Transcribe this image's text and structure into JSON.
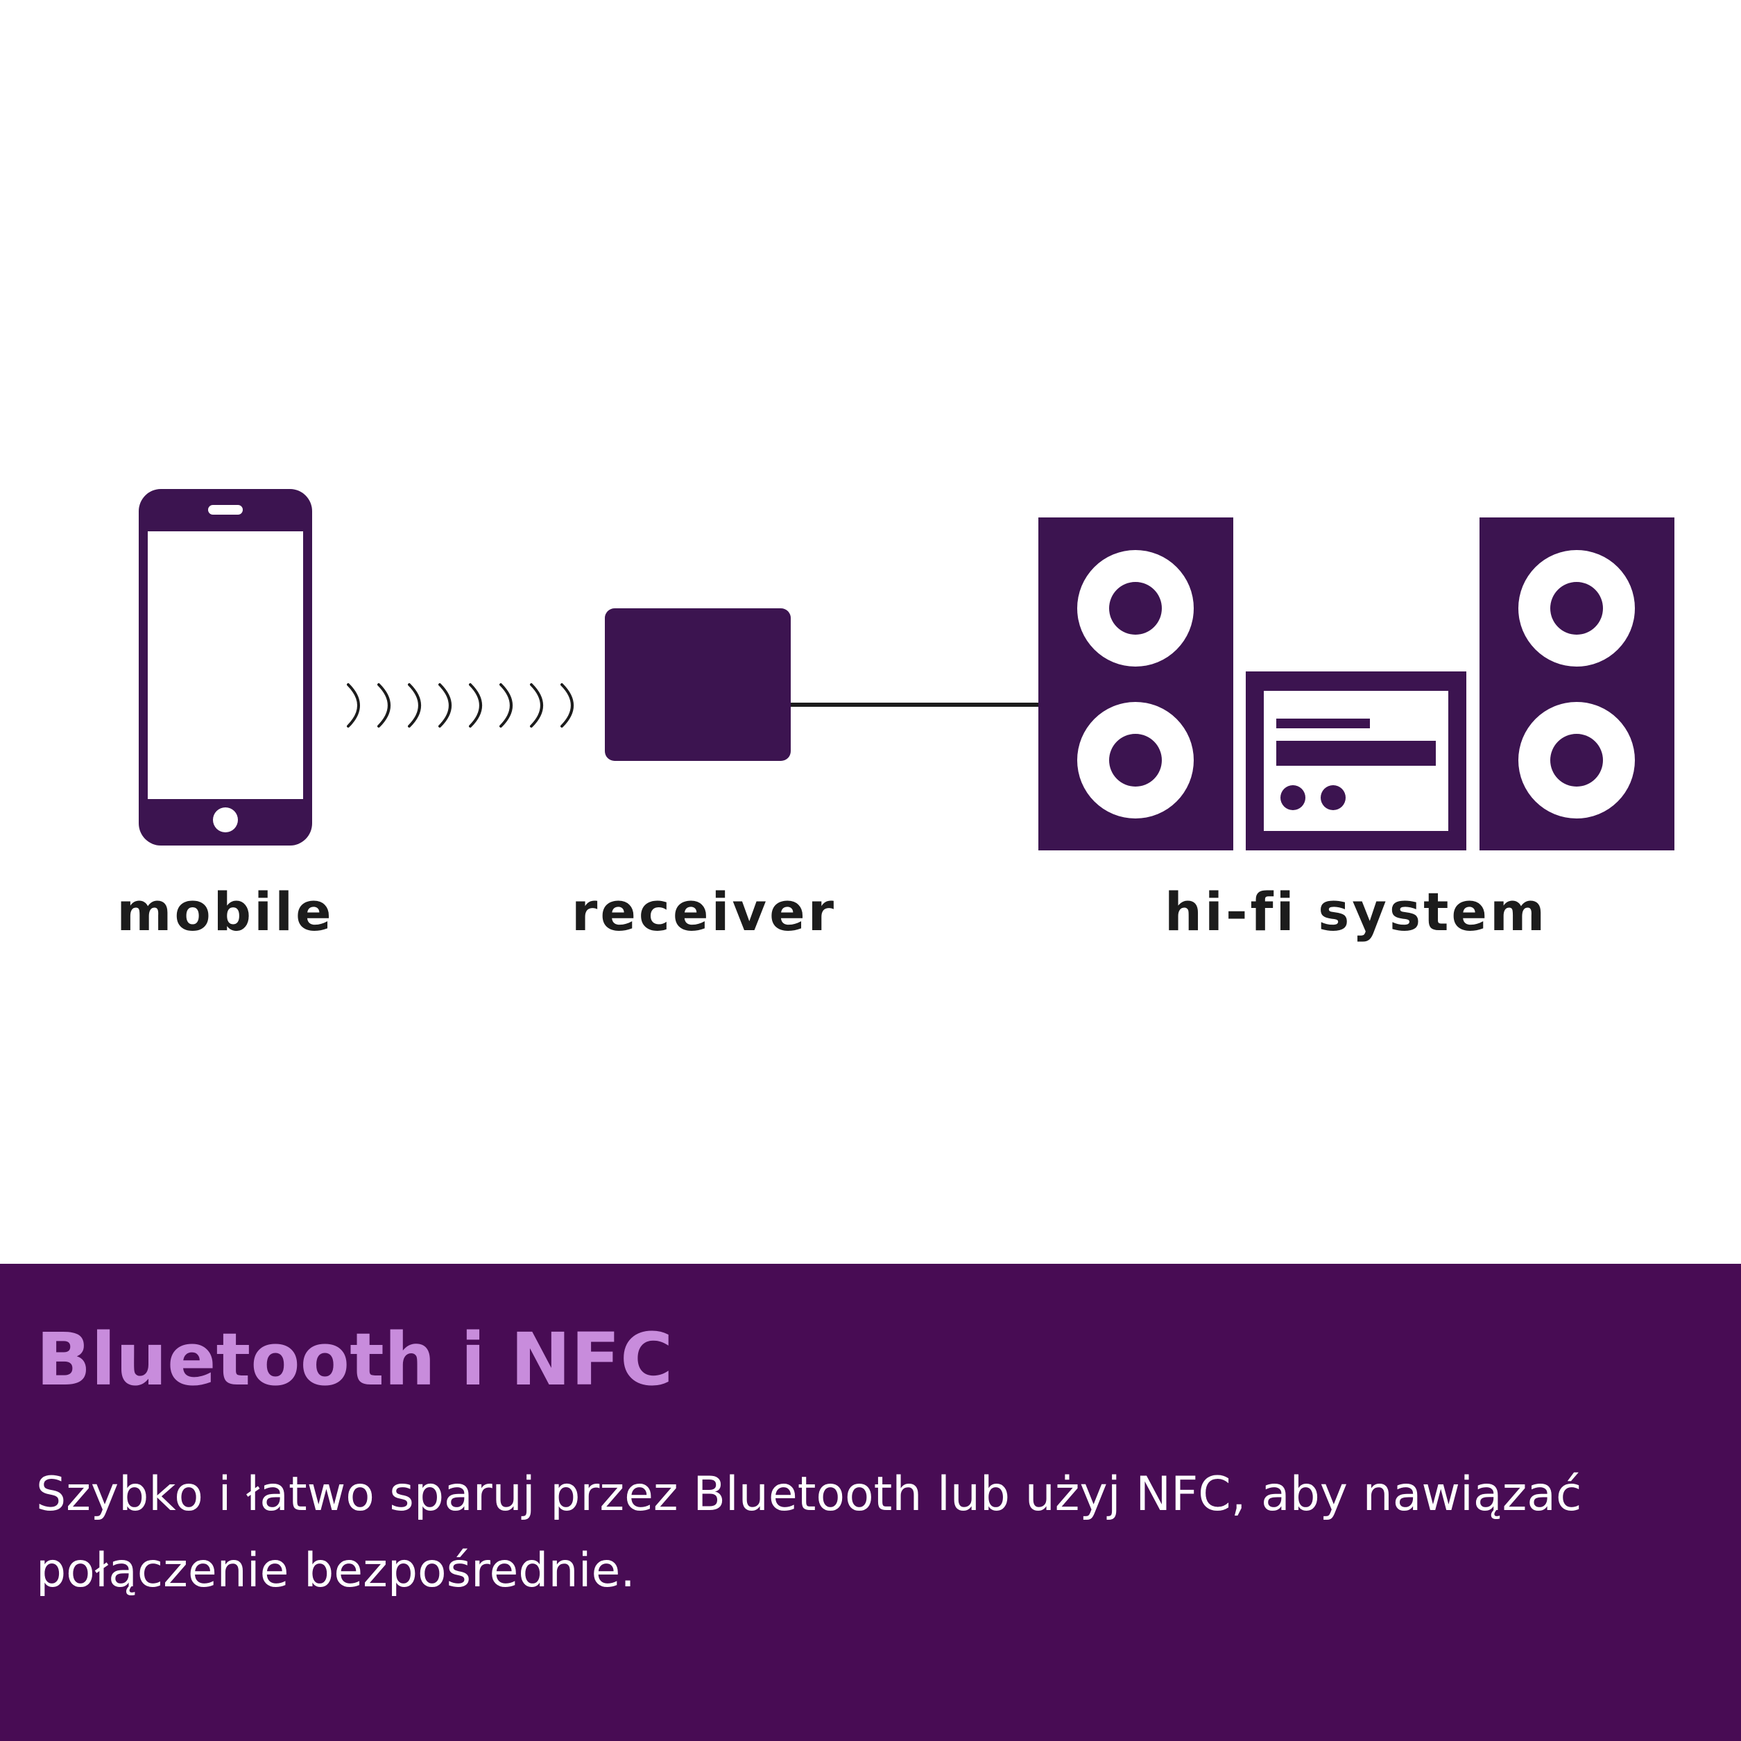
{
  "colors": {
    "background": "#ffffff",
    "device": "#3c1450",
    "line": "#1c1c1c",
    "label_text": "#1c1c1c",
    "banner_bg": "#480c54",
    "banner_title": "#c88cdc",
    "banner_text": "#ffffff"
  },
  "diagram": {
    "nodes": {
      "mobile": {
        "label": "mobile",
        "icon": "smartphone-icon"
      },
      "receiver": {
        "label": "receiver",
        "icon": "receiver-box-icon"
      },
      "hifi": {
        "label": "hi-fi system",
        "icon": "hifi-system-icon"
      }
    },
    "links": [
      {
        "from": "mobile",
        "to": "receiver",
        "kind": "wireless",
        "icon": "signal-waves-icon"
      },
      {
        "from": "receiver",
        "to": "hifi",
        "kind": "cable"
      }
    ]
  },
  "banner": {
    "title": "Bluetooth i NFC",
    "text": "Szybko i łatwo sparuj przez Bluetooth lub użyj NFC, aby nawiązać połączenie bezpośrednie."
  }
}
